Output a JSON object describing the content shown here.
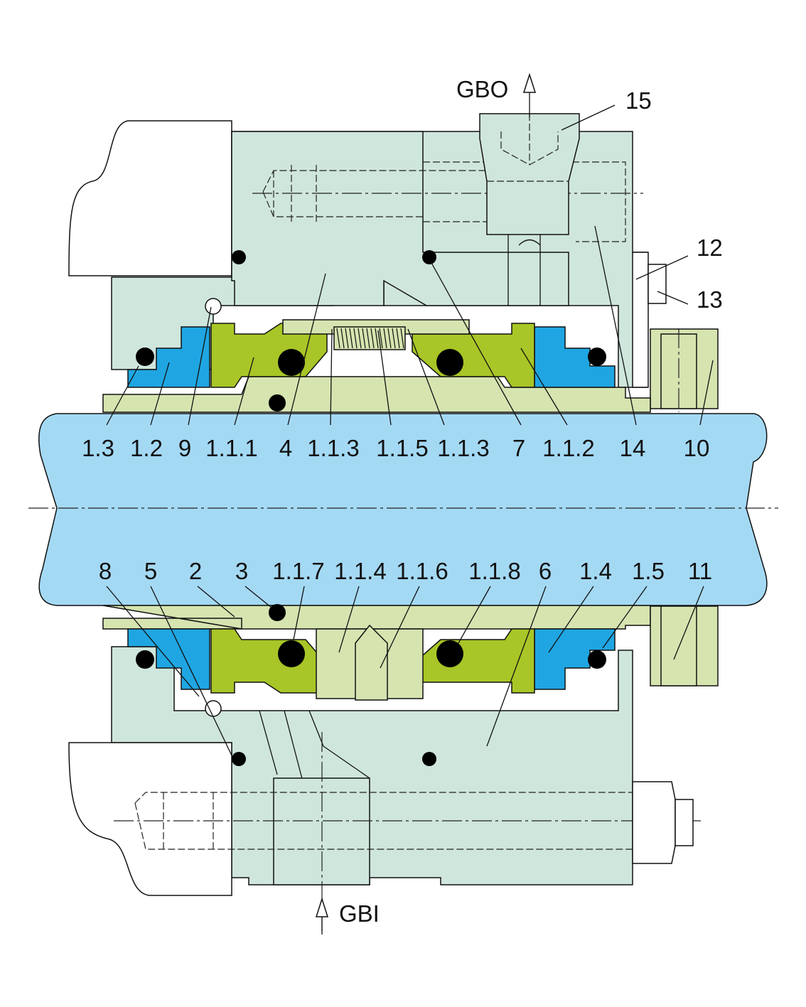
{
  "colors": {
    "housing": "#cfe6dc",
    "sleeve": "#d6e4b0",
    "rotor": "#a8c627",
    "seat": "#1fa6e2",
    "shaft": "#a4d9f4",
    "oring": "#000000"
  },
  "labels": {
    "gbo": "GBO",
    "gbi": "GBI",
    "top": [
      "1.3",
      "1.2",
      "9",
      "1.1.1",
      "4",
      "1.1.3",
      "1.1.5",
      "1.1.3",
      "7",
      "1.1.2",
      "14",
      "10"
    ],
    "bottom": [
      "8",
      "5",
      "2",
      "3",
      "1.1.7",
      "1.1.4",
      "1.1.6",
      "1.1.8",
      "6",
      "1.4",
      "1.5",
      "11"
    ],
    "n15": "15",
    "n12": "12",
    "n13": "13"
  }
}
